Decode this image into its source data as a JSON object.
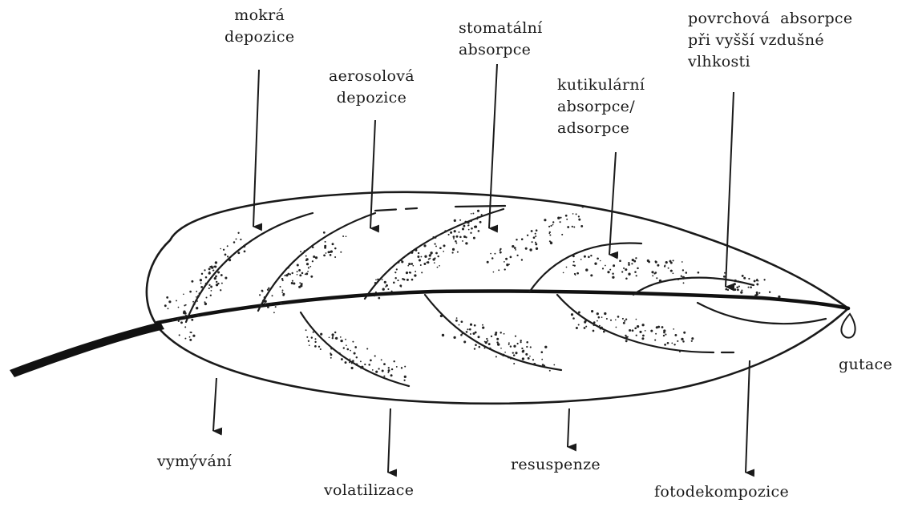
{
  "diagram": {
    "labels": {
      "wet_deposition": [
        "mokrá",
        "depozice"
      ],
      "aerosol_deposition": [
        "aerosolová",
        "depozice"
      ],
      "stomatal_absorption": [
        "stomatální",
        "absorpce"
      ],
      "cuticular_absorption": [
        "kutikulární",
        "absorpce/",
        "adsorpce"
      ],
      "surface_absorption": [
        "povrchová  absorpce",
        "při vyšší vzdušné",
        "vlhkosti"
      ],
      "guttation": "gutace",
      "washout": "vymývání",
      "volatilization": "volatilizace",
      "resuspension": "resuspenze",
      "photodecomposition": "fotodekompozice"
    }
  }
}
